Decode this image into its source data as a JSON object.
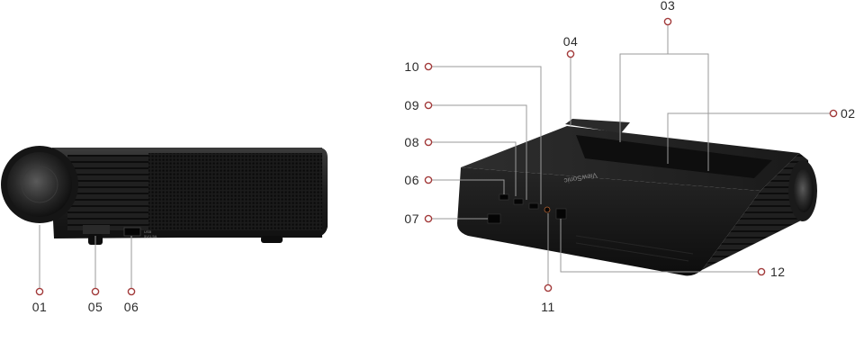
{
  "diagram": {
    "front_view": {
      "callouts": [
        {
          "id": "01"
        },
        {
          "id": "05"
        },
        {
          "id": "06"
        }
      ],
      "port_text": [
        "USB",
        "5V/1.5A"
      ]
    },
    "rear_view": {
      "callouts": [
        {
          "id": "02"
        },
        {
          "id": "03"
        },
        {
          "id": "04"
        },
        {
          "id": "06"
        },
        {
          "id": "07"
        },
        {
          "id": "08"
        },
        {
          "id": "09"
        },
        {
          "id": "10"
        },
        {
          "id": "11"
        },
        {
          "id": "12"
        }
      ],
      "brand_text": "ViewSonic"
    },
    "colors": {
      "marker": "#a23a3a",
      "leader": "#9a9a9a",
      "body": "#1e1e1e",
      "label": "#2b2b2b"
    }
  }
}
